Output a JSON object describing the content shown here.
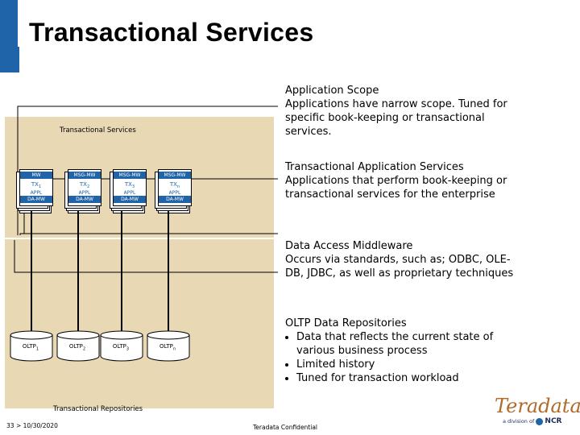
{
  "title": "Transactional Services",
  "diagram": {
    "top_panel_label": "Transactional Services",
    "bottom_panel_label": "Transactional Repositories",
    "stacks": [
      {
        "top": "MW",
        "mid_main": "TX",
        "mid_sub": "1",
        "mid_line2": "APPL",
        "bottom": "DA-MW"
      },
      {
        "top": "MSG-MW",
        "mid_main": "TX",
        "mid_sub": "2",
        "mid_line2": "APPL",
        "bottom": "DA-MW"
      },
      {
        "top": "MSG-MW",
        "mid_main": "TX",
        "mid_sub": "3",
        "mid_line2": "APPL",
        "bottom": "DA-MW"
      },
      {
        "top": "MSG-MW",
        "mid_main": "TX",
        "mid_sub": "n",
        "mid_line2": "APPL",
        "bottom": "DA-MW"
      }
    ],
    "repositories": [
      {
        "main": "OLTP",
        "sub": "1"
      },
      {
        "main": "OLTP",
        "sub": "2"
      },
      {
        "main": "OLTP",
        "sub": "3"
      },
      {
        "main": "OLTP",
        "sub": "n"
      }
    ]
  },
  "callouts": {
    "app_scope": {
      "heading": "Application Scope",
      "body": "Applications have narrow scope. Tuned for specific book-keeping or transactional services."
    },
    "tx_app_services": {
      "heading": "Transactional Application Services",
      "body": "Applications that perform book-keeping or transactional services for the enterprise"
    },
    "data_access": {
      "heading": "Data Access Middleware",
      "body": "Occurs via standards, such as; ODBC, OLE-DB, JDBC, as well as proprietary techniques"
    },
    "oltp": {
      "heading": "OLTP Data Repositories",
      "bullets": [
        "Data that reflects the current state of various business process",
        "Limited history",
        "Tuned for transaction workload"
      ]
    }
  },
  "footer": {
    "page": "33",
    "arrow": ">",
    "date": "10/30/2020",
    "confidential": "Teradata Confidential"
  },
  "logo": {
    "word": "Teradata",
    "sub": "a division of",
    "ncr": "NCR"
  },
  "colors": {
    "accent": "#1f63a8",
    "panel": "#e8d8b3",
    "logo": "#b06a2a"
  }
}
